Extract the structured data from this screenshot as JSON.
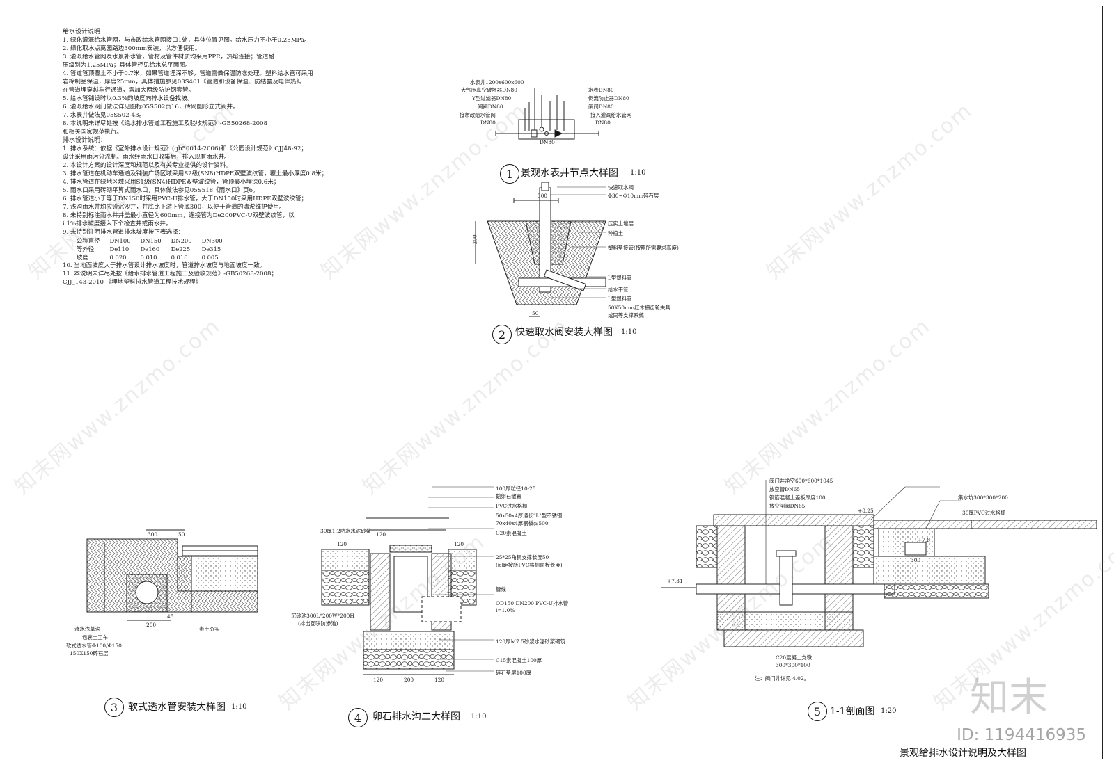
{
  "notes": {
    "water_supply_heading": "给水设计说明",
    "water_supply_items": [
      "1.  绿化灌溉给水管网，与市政给水管网接口1处，具体位置见图。给水压力不小于0.25MPa。",
      "2.  绿化取水点离园路边300mm安装，以方便使用。",
      "3.  灌溉给水管网及水景补水管，管材及管件材质均采用PPR，热熔连接；管道耐",
      "    压级别为1.25MPa；具体管径见给水总平面图。",
      "4.  管道管顶覆土不小于0.7米，如果管道埋深不够，管道需做保温防冻处理。塑料给水管可采用",
      "    岩棉制品保温，厚度25mm，具体措施参见03S401《管道和设备保温、防结露及电伴热》。",
      "    在管道埋穿越车行通道，需加大两级防护钢套管。",
      "5.  给水管铺设时以0.3%的坡度向排水设备找坡。",
      "6.  灌溉给水阀门做法详见图标05S502页16，砖砌圆形立式阀井。",
      "7.  水表井做法见05S502-43。",
      "8.  本说明未详尽处按《给水排水管道工程施工及验收规范》-GB50268-2008",
      "    和相关国家规范执行。"
    ],
    "drainage_heading": "排水设计说明：",
    "drainage_items": [
      "1.  排水系统：依据《室外排水设计规范》(gb50014-2006)和《公园设计规范》CJJ48-92；",
      "    设计采用雨污分流制。雨水经雨水口收集后，排入现有雨水井。",
      "2.  本设计方案的设计深度和规范以及有关专业提供的设计资料。",
      "3.  排水管道在机动车通道及铺装广场区域采用S2级(SN8)HDPE双壁波纹管，覆土最小厚度0.8米；",
      "4.  排水管道在绿地区域采用S1级(SN4)HDPE双壁波纹管，管顶最小埋深0.6米；",
      "5.  雨水口采用砖砌平箅式雨水口，具体做法参见05S518《雨水口》页6。",
      "6.  排水管道小于等于DN150时采用PVC-U排水管，大于DN150时采用HDPE双壁波纹管；",
      "7.  浅沟雨水井均应设沉沙井，井底比下游下管底300，以便于管道的清淤维护使用。",
      "8.  未特别标注雨水井井盖最小直径为600mm，连接管为De200PVC-U双壁波纹管，以",
      "    i 1%排水坡度接入下个检查井或雨水井。",
      "9.  未特别注明排水管道排水坡度按下表选择："
    ],
    "slope_table": {
      "rows": [
        [
          "公称直径",
          "DN100",
          "DN150",
          "DN200",
          "DN300"
        ],
        [
          "等外径",
          "De110",
          "De160",
          "De225",
          "De315"
        ],
        [
          "坡度",
          "0.020",
          "0.010",
          "0.010",
          "0.005"
        ]
      ]
    },
    "drainage_tail": [
      "10. 当地面坡度大于排水管设计排水坡度时，管道排水坡度与地面坡度一致。",
      "11. 本说明未详尽处按《给水排水管道工程施工及验收规范》-GB50268-2008；",
      "    CJJ_143-2010 《埋地塑料排水管道工程技术规程》"
    ]
  },
  "detail1": {
    "num": "1",
    "title": "景观水表井节点大样图",
    "scale": "1:10",
    "labels": [
      "水表井1200x600x600",
      "大气压真空破坏器DN80",
      "Y型过滤器DN80",
      "闸阀DN80",
      "接市政给水管网",
      "DN80",
      "DN80",
      "接入灌溉给水管网",
      "DN80",
      "水表DN80",
      "倒流防止器DN80",
      "闸阀DN80"
    ]
  },
  "detail2": {
    "num": "2",
    "title": "快速取水阀安装大样图",
    "scale": "1:10",
    "dims": [
      "300",
      "200",
      "50"
    ],
    "labels": [
      "快速取水阀",
      "Φ30~Φ10mm碎石层",
      "压实土壤层",
      "种植土",
      "塑料垫接管(按照所需要求高度)",
      "L型塑料管",
      "给水干管",
      "L型塑料管",
      "50X50mm红木栅齿轮夹具",
      "或同等支撑系统"
    ]
  },
  "detail3": {
    "num": "3",
    "title": "软式透水管安装大样图",
    "scale": "1:10",
    "dims": [
      "300",
      "50",
      "200",
      "45"
    ],
    "labels": [
      "渗水浅草沟",
      "包裹土工布",
      "软式透水管Φ100/Φ150",
      "150X150碎石层",
      "素土夯实"
    ]
  },
  "detail4": {
    "num": "4",
    "title": "卵石排水沟二大样图",
    "scale": "1:10",
    "dims": [
      "120",
      "120",
      "120",
      "120",
      "200",
      "120"
    ],
    "labels": [
      "100厚粒径10-25",
      "鹅卵石散置",
      "PVC过水格栅",
      "50x50x4厚通长\"L\"型不锈钢",
      "70x40x4厚钢板@500",
      "C20素混凝土",
      "25*25角钢支撑长度50",
      "(间距按所PVC格栅面板长度)",
      "30厚1:2防水水泥砂浆",
      "沉砂池300L*200W*200H",
      "(排出互联防渗池)",
      "OD150 DN200 PVC-U排水管",
      "i=1.0%",
      "120厚M7.5砂浆水泥砂浆砌筑",
      "C15素混凝土100厚",
      "碎石垫层100厚",
      "管线"
    ]
  },
  "detail5": {
    "num": "5",
    "title": "1-1剖面图",
    "scale": "1:20",
    "labels": [
      "阀门井净空600*600*1045",
      "放空管DN65",
      "钢筋混凝土盖板厚度100",
      "放空闸阀DN65",
      "集水坑300*300*200",
      "30厚PVC过水格栅",
      "C20混凝土支墩",
      "300*300*100",
      "注：阀门井详见 4.02。"
    ],
    "elevations": [
      "+8.25",
      "+7.8",
      "+7.31",
      "300"
    ]
  },
  "watermark": {
    "text": "知末网www.znzmo.com",
    "brand": "知末",
    "id": "ID: 1194416935"
  },
  "sheet_title": "景观给排水设计说明及大样图"
}
